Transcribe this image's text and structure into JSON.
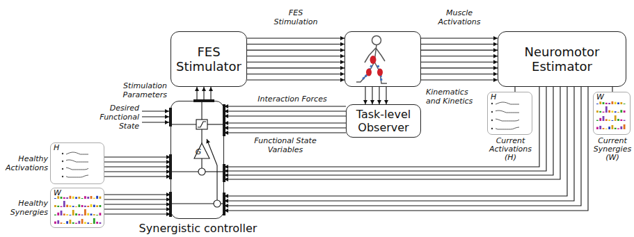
{
  "diagram": {
    "nodes": [
      {
        "text": [
          "FES Stimulator"
        ]
      },
      {
        "text": []
      },
      {
        "text": [
          "Neuromotor Estimator"
        ]
      },
      {
        "text": [
          "Task-level Observer"
        ]
      },
      {
        "text": [
          "H",
          "Current Activations (H)"
        ]
      },
      {
        "text": [
          "W",
          "Current Synergies (W)"
        ]
      },
      {
        "text": [
          "Synergistic controller"
        ]
      },
      {
        "text": [
          "Healthy Activations",
          "H"
        ]
      },
      {
        "text": [
          "Healthy Synergies",
          "W"
        ]
      }
    ],
    "edges": [
      {
        "from": 0,
        "to": 1,
        "arrow": "to",
        "label": "FES Stimulation"
      },
      {
        "from": 1,
        "to": 2,
        "arrow": "to",
        "label": "Muscle Activations"
      },
      {
        "from": 1,
        "to": 3,
        "arrow": "to",
        "label": "Kinematics and Kinetics"
      },
      {
        "from": 3,
        "to": 6,
        "arrow": "to",
        "label": "Interaction Forces"
      },
      {
        "from": 3,
        "to": 6,
        "arrow": "to",
        "label": "Functional State Variables"
      },
      {
        "from": 6,
        "to": 0,
        "arrow": "to",
        "label": "Stimulation Parameters"
      },
      {
        "from": 2,
        "to": 6,
        "arrow": "to"
      },
      {
        "from": 2,
        "to": 6,
        "arrow": "to"
      },
      {
        "from": 2,
        "to": 4,
        "arrow": "none"
      },
      {
        "from": 2,
        "to": 5,
        "arrow": "none"
      },
      {
        "from": 7,
        "to": 6,
        "arrow": "to"
      },
      {
        "from": 8,
        "to": 6,
        "arrow": "to"
      }
    ],
    "labels": [
      "Desired Functional State",
      "G"
    ]
  }
}
